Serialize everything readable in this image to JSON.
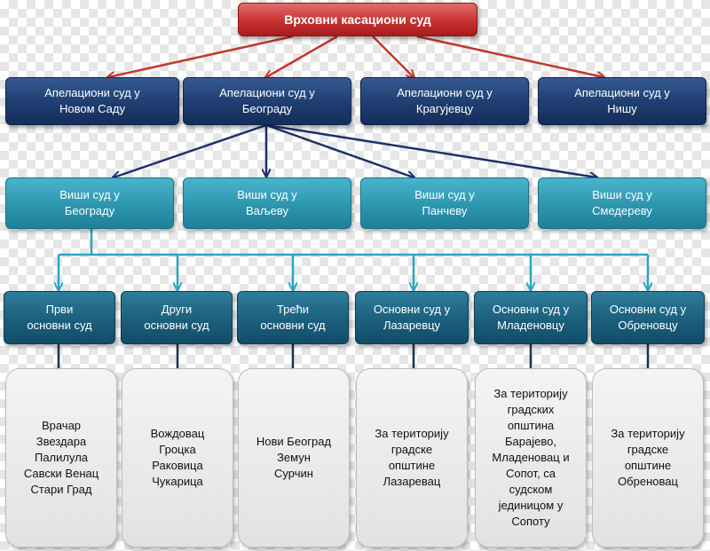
{
  "supreme": "Врховни касациони суд",
  "appeal_courts": [
    "Апелациони суд у\nНовом Саду",
    "Апелациони суд у\nБеограду",
    "Апелациони суд у\nКрагујевцу",
    "Апелациони суд у\nНишу"
  ],
  "higher_courts": [
    "Виши суд у\nБеограду",
    "Виши суд у\nВаљеву",
    "Виши суд у\nПанчеву",
    "Виши суд у\nСмедереву"
  ],
  "basic_courts": [
    "Први\nосновни суд",
    "Други\nосновни суд",
    "Трећи\nосновни суд",
    "Основни суд у\nЛазаревцу",
    "Основни суд у\nМладеновцу",
    "Основни суд у\nОбреновцу"
  ],
  "territories": [
    "Врачар\nЗвездара\nПалилула\nСавски Венац\nСтари Град",
    "Вождовац\nГроцка\nРаковица\nЧукарица",
    "Нови Београд\nЗемун\nСурчин",
    "За територију\nградске\nопштине\nЛазаревац",
    "За територију\nградских\nопштина\nБарајево,\nМладеновац и\nСопот, са\nсудском\nјединицом у\nСопоту",
    "За територију\nградске\nопштине\nОбреновац"
  ],
  "colors": {
    "supreme": "#c63131",
    "appeal": "#1e3d70",
    "higher": "#2d96af",
    "basic": "#1b5f7c",
    "territory": "#e8e8e8",
    "red_arrow": "#c0392b",
    "navy_arrow": "#1e2f6b",
    "teal_arrow": "#2aa7c0"
  }
}
